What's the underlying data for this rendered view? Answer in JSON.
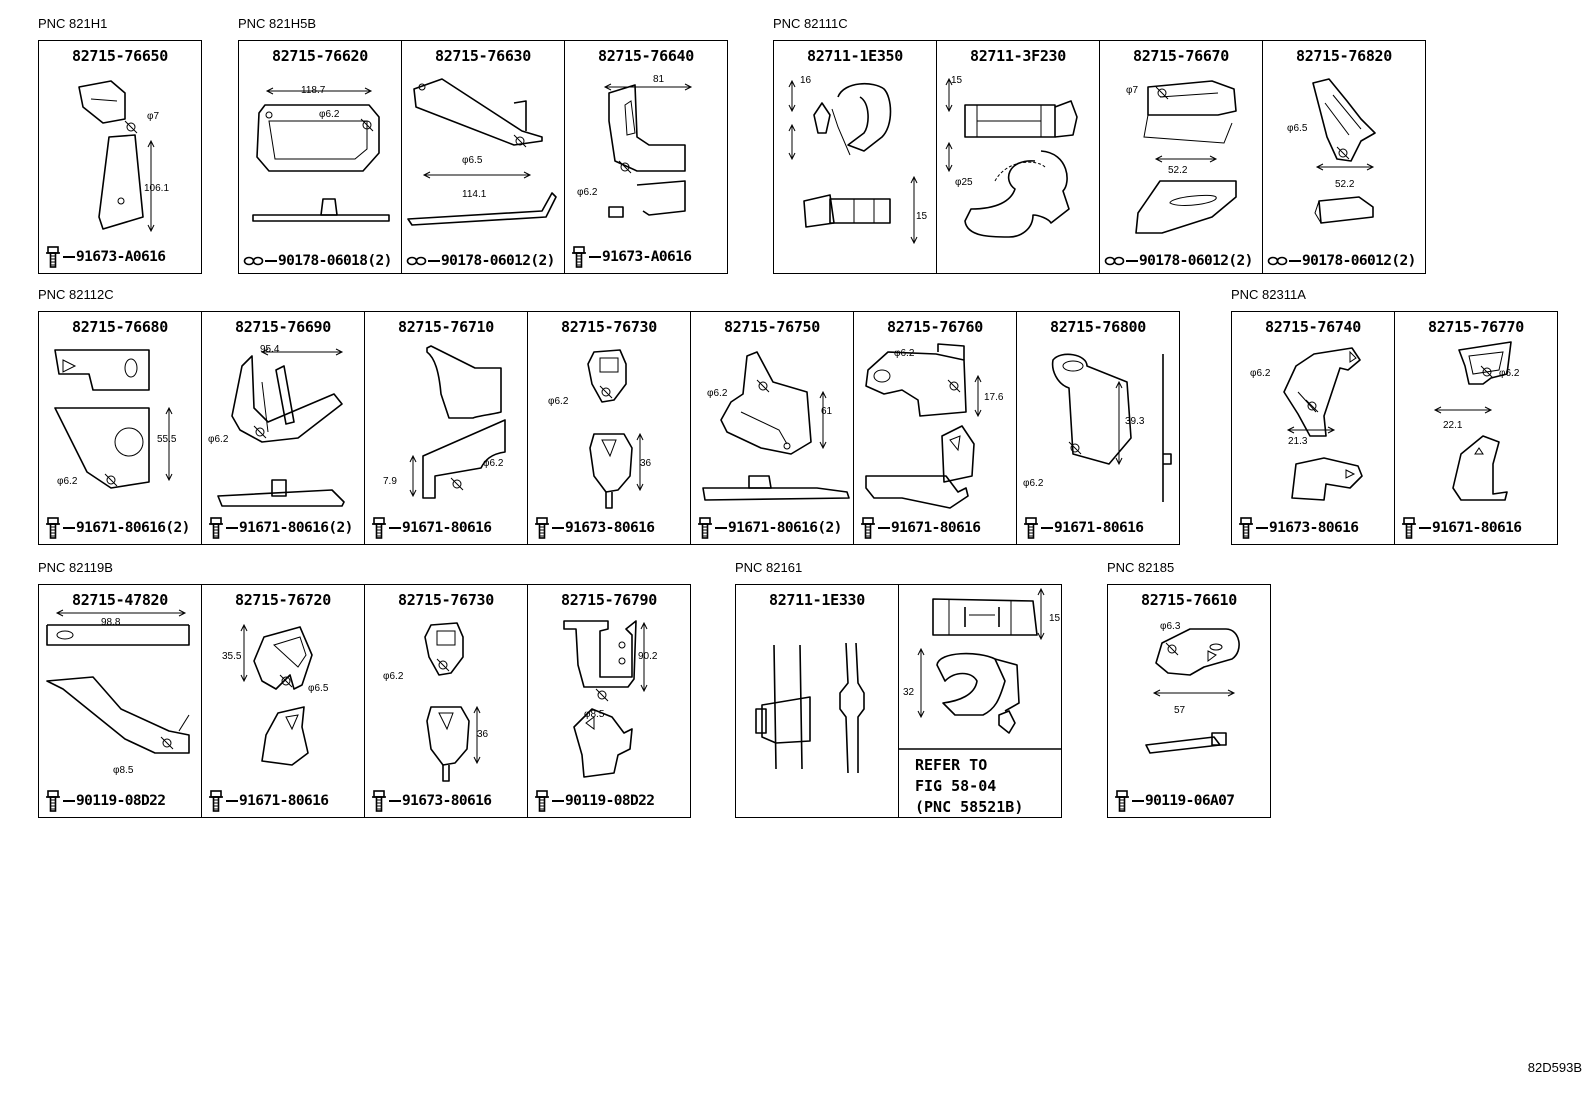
{
  "drawing_code": "82D593B",
  "groups": [
    {
      "pnc": "PNC 821H1",
      "cells": [
        {
          "part": "82715-76650",
          "dims": [
            "φ7",
            "106.1"
          ],
          "fastener": {
            "icon": "bolt-icon",
            "code": "91673-A0616"
          }
        }
      ]
    },
    {
      "pnc": "PNC 821H5B",
      "cells": [
        {
          "part": "82715-76620",
          "dims": [
            "118.7",
            "φ6.2"
          ],
          "fastener": {
            "icon": "clip-icon",
            "code": "90178-06018(2)"
          }
        },
        {
          "part": "82715-76630",
          "dims": [
            "φ6.5",
            "114.1"
          ],
          "fastener": {
            "icon": "clip-icon",
            "code": "90178-06012(2)"
          }
        },
        {
          "part": "82715-76640",
          "dims": [
            "81",
            "φ6.2"
          ],
          "fastener": {
            "icon": "bolt-icon",
            "code": "91673-A0616"
          }
        }
      ]
    },
    {
      "pnc": "PNC 82111C",
      "cells": [
        {
          "part": "82711-1E350",
          "dims": [
            "16",
            "15"
          ],
          "fastener": null
        },
        {
          "part": "82711-3F230",
          "dims": [
            "15",
            "φ25"
          ],
          "fastener": null
        },
        {
          "part": "82715-76670",
          "dims": [
            "φ7",
            "52.2"
          ],
          "fastener": {
            "icon": "clip-icon",
            "code": "90178-06012(2)"
          }
        },
        {
          "part": "82715-76820",
          "dims": [
            "φ6.5",
            "52.2"
          ],
          "fastener": {
            "icon": "clip-icon",
            "code": "90178-06012(2)"
          }
        }
      ]
    },
    {
      "pnc": "PNC 82112C",
      "cells": [
        {
          "part": "82715-76680",
          "dims": [
            "55.5",
            "φ6.2"
          ],
          "fastener": {
            "icon": "bolt-icon",
            "code": "91671-80616(2)"
          }
        },
        {
          "part": "82715-76690",
          "dims": [
            "95.4",
            "φ6.2"
          ],
          "fastener": {
            "icon": "bolt-icon",
            "code": "91671-80616(2)"
          }
        },
        {
          "part": "82715-76710",
          "dims": [
            "φ6.2",
            "7.9"
          ],
          "fastener": {
            "icon": "bolt-icon",
            "code": "91671-80616"
          }
        },
        {
          "part": "82715-76730",
          "dims": [
            "φ6.2",
            "36"
          ],
          "fastener": {
            "icon": "bolt-icon",
            "code": "91673-80616"
          }
        },
        {
          "part": "82715-76750",
          "dims": [
            "φ6.2",
            "61"
          ],
          "fastener": {
            "icon": "bolt-icon",
            "code": "91671-80616(2)"
          }
        },
        {
          "part": "82715-76760",
          "dims": [
            "φ6.2",
            "17.6"
          ],
          "fastener": {
            "icon": "bolt-icon",
            "code": "91671-80616"
          }
        },
        {
          "part": "82715-76800",
          "dims": [
            "39.3",
            "φ6.2"
          ],
          "fastener": {
            "icon": "bolt-icon",
            "code": "91671-80616"
          }
        }
      ]
    },
    {
      "pnc": "PNC 82311A",
      "cells": [
        {
          "part": "82715-76740",
          "dims": [
            "φ6.2",
            "21.3"
          ],
          "fastener": {
            "icon": "bolt-icon",
            "code": "91673-80616"
          }
        },
        {
          "part": "82715-76770",
          "dims": [
            "φ6.2",
            "22.1"
          ],
          "fastener": {
            "icon": "bolt-icon",
            "code": "91671-80616"
          }
        }
      ]
    },
    {
      "pnc": "PNC 82119B",
      "cells": [
        {
          "part": "82715-47820",
          "dims": [
            "98.8",
            "φ8.5"
          ],
          "fastener": {
            "icon": "bolt-icon",
            "code": "90119-08D22"
          }
        },
        {
          "part": "82715-76720",
          "dims": [
            "35.5",
            "φ6.5"
          ],
          "fastener": {
            "icon": "bolt-icon",
            "code": "91671-80616"
          }
        },
        {
          "part": "82715-76730",
          "dims": [
            "φ6.2",
            "36"
          ],
          "fastener": {
            "icon": "bolt-icon",
            "code": "91673-80616"
          }
        },
        {
          "part": "82715-76790",
          "dims": [
            "90.2",
            "φ8.5"
          ],
          "fastener": {
            "icon": "bolt-icon",
            "code": "90119-08D22"
          }
        }
      ]
    },
    {
      "pnc": "PNC 82161",
      "cells": [
        {
          "part": "82711-1E330",
          "dims": [],
          "fastener": null
        },
        {
          "part": "",
          "dims": [
            "15",
            "32"
          ],
          "fastener": null,
          "refer": [
            "REFER TO",
            "FIG 58-04",
            "(PNC 58521B)"
          ]
        }
      ]
    },
    {
      "pnc": "PNC 82185",
      "cells": [
        {
          "part": "82715-76610",
          "dims": [
            "φ6.3",
            "57"
          ],
          "fastener": {
            "icon": "bolt-icon",
            "code": "90119-06A07"
          }
        }
      ]
    }
  ]
}
